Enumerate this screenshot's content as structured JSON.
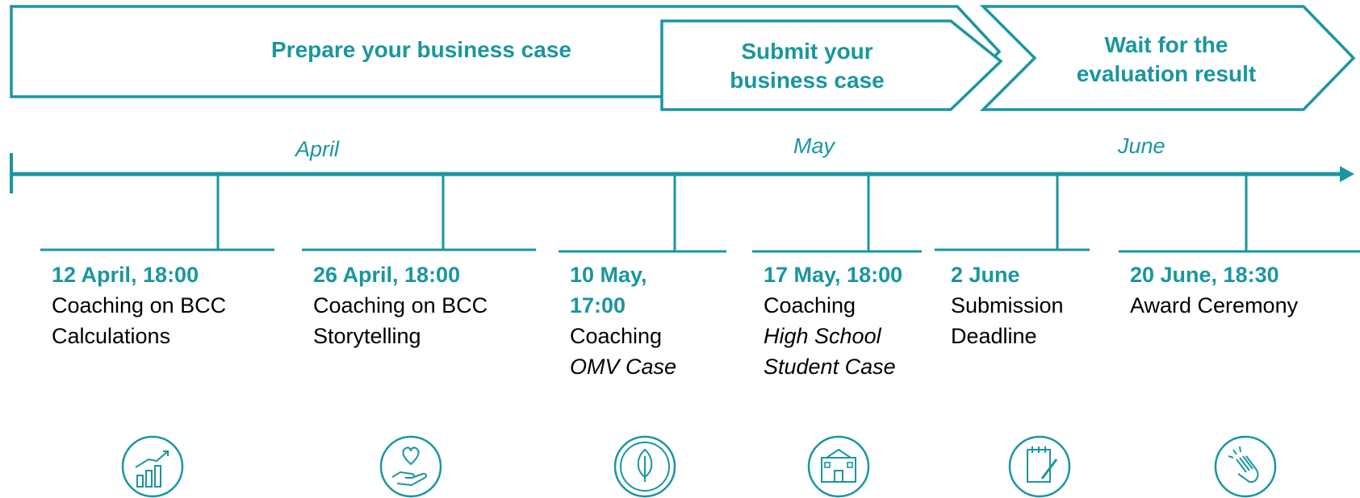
{
  "colors": {
    "accent": "#1a96a0",
    "text": "#000000",
    "background": "#ffffff"
  },
  "phases": [
    {
      "label": "Prepare your business case"
    },
    {
      "label_line1": "Submit your",
      "label_line2": "business case"
    },
    {
      "label_line1": "Wait for the",
      "label_line2": "evaluation result"
    }
  ],
  "months": [
    "April",
    "May",
    "June"
  ],
  "events": [
    {
      "date": "12 April, 18:00",
      "line1": "Coaching on BCC",
      "line2": "Calculations",
      "icon": "growth-chart-icon"
    },
    {
      "date": "26 April, 18:00",
      "line1": "Coaching on BCC",
      "line2": "Storytelling",
      "icon": "heart-in-hand-icon"
    },
    {
      "date_line1": "10 May,",
      "date_line2": "17:00",
      "line1": "Coaching",
      "line2": "OMV Case",
      "icon": "leaf-plug-icon"
    },
    {
      "date": "17 May, 18:00",
      "line1": "Coaching",
      "line2": "High School",
      "line3": "Student Case",
      "icon": "school-building-icon"
    },
    {
      "date": "2 June",
      "line1": "Submission",
      "line2": "Deadline",
      "icon": "notepad-pen-icon"
    },
    {
      "date": "20 June, 18:30",
      "line1": "Award Ceremony",
      "icon": "clapping-hands-icon"
    }
  ]
}
